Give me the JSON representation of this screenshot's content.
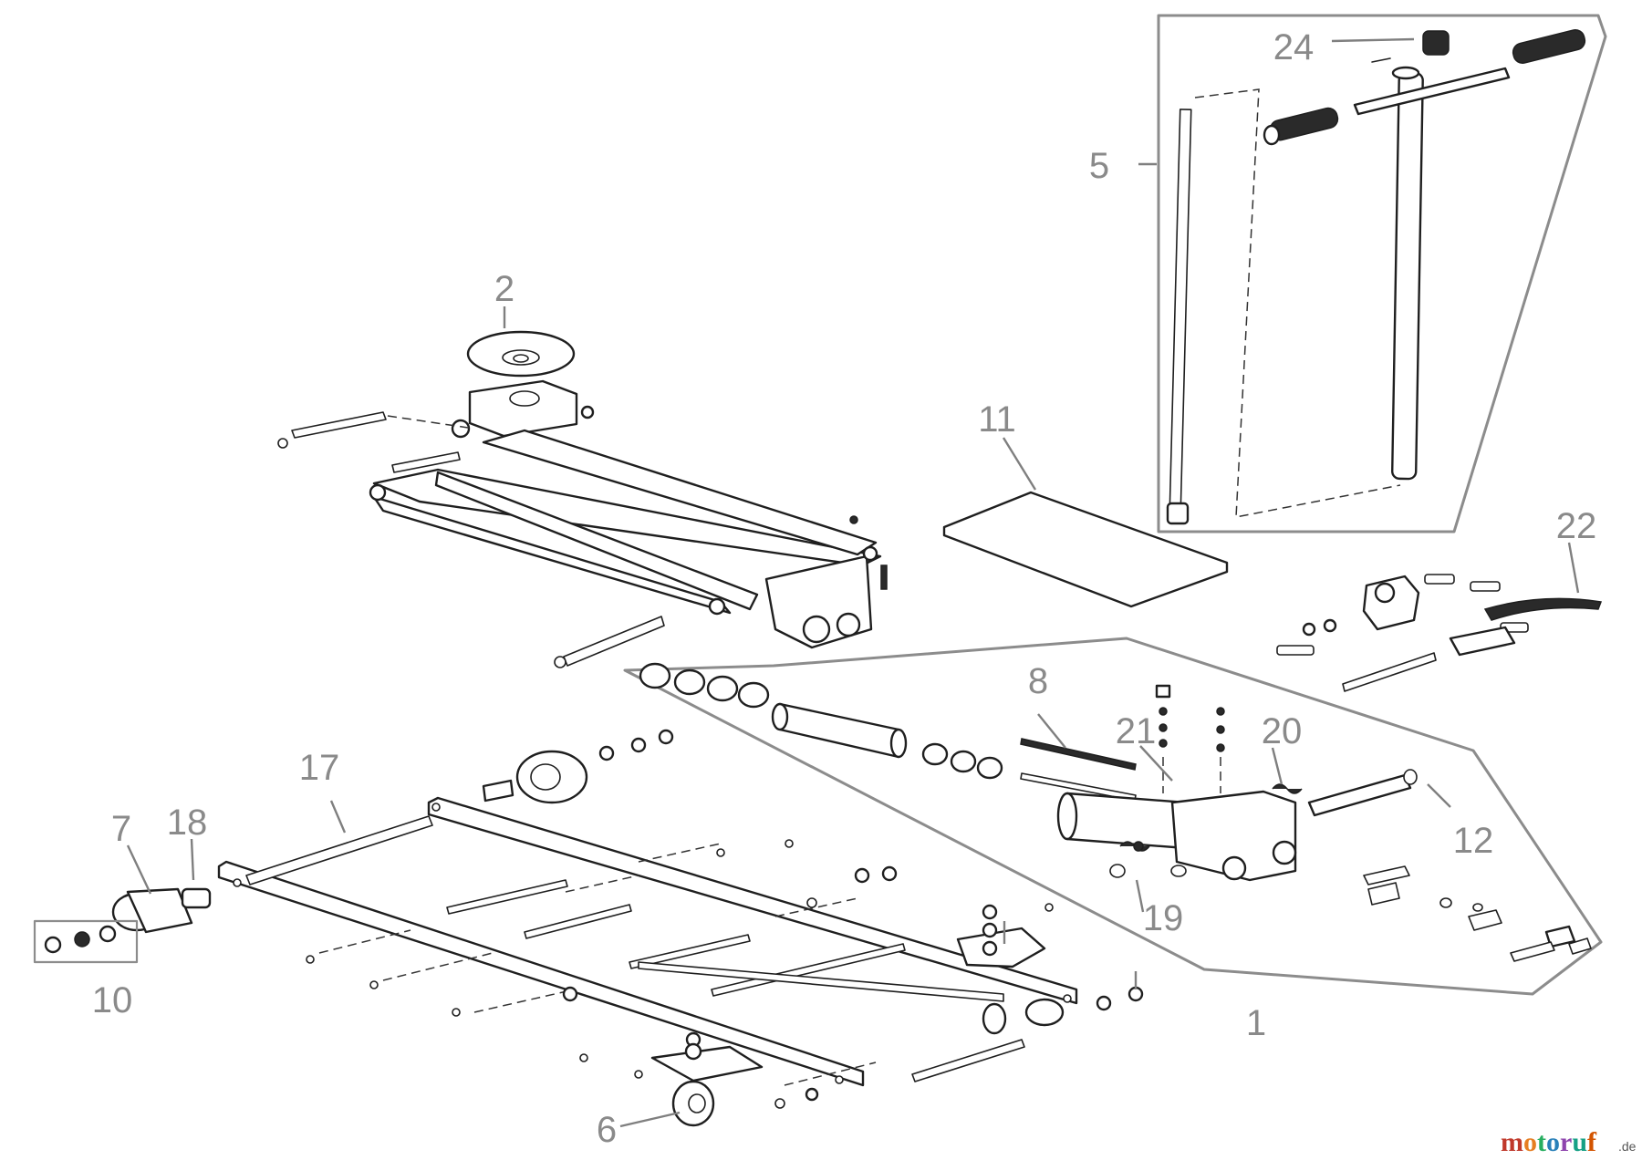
{
  "callouts": [
    {
      "id": "1",
      "label": "1"
    },
    {
      "id": "2",
      "label": "2"
    },
    {
      "id": "5",
      "label": "5"
    },
    {
      "id": "6",
      "label": "6"
    },
    {
      "id": "7",
      "label": "7"
    },
    {
      "id": "8",
      "label": "8"
    },
    {
      "id": "10",
      "label": "10"
    },
    {
      "id": "11",
      "label": "11"
    },
    {
      "id": "12",
      "label": "12"
    },
    {
      "id": "17",
      "label": "17"
    },
    {
      "id": "18",
      "label": "18"
    },
    {
      "id": "19",
      "label": "19"
    },
    {
      "id": "20",
      "label": "20"
    },
    {
      "id": "21",
      "label": "21"
    },
    {
      "id": "22",
      "label": "22"
    },
    {
      "id": "24",
      "label": "24"
    }
  ],
  "watermark": {
    "letters": [
      "m",
      "o",
      "t",
      "o",
      "r",
      "u",
      "f"
    ],
    "colors": [
      "#c0392b",
      "#e67e22",
      "#27ae60",
      "#2980b9",
      "#8e44ad",
      "#16a085",
      "#d35400"
    ],
    "suffix": ".de"
  }
}
